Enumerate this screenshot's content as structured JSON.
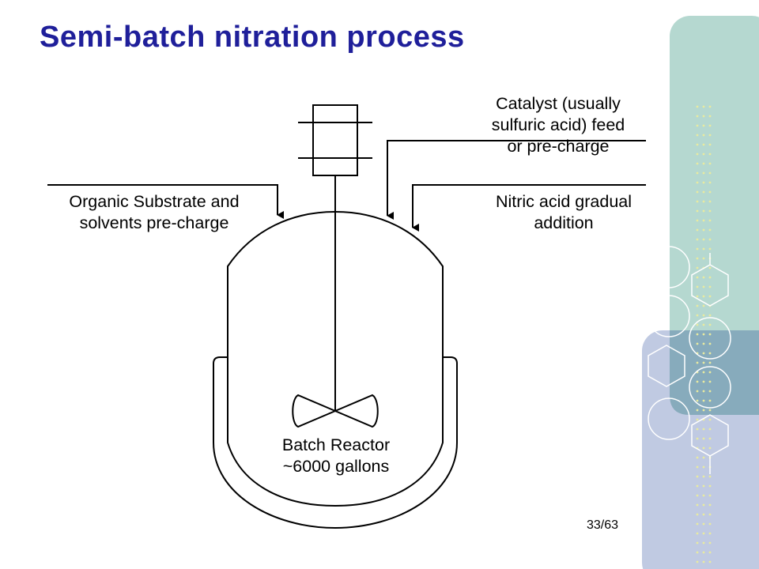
{
  "slide": {
    "title": "Semi-batch nitration process",
    "page_number": "33/63",
    "colors": {
      "title": "#1f1f9a",
      "teal_panel": "#b5d8d0",
      "blue_panel": "#c0cae2",
      "overlap_panel": "#87abbc",
      "line": "#000000"
    }
  },
  "diagram": {
    "labels": {
      "catalyst": [
        "Catalyst (usually",
        "sulfuric acid) feed",
        "or pre-charge"
      ],
      "organic": [
        "Organic Substrate and",
        "solvents pre-charge"
      ],
      "nitric": [
        "Nitric acid gradual",
        "addition"
      ],
      "reactor": [
        "Batch Reactor",
        "~6000 gallons"
      ]
    }
  }
}
